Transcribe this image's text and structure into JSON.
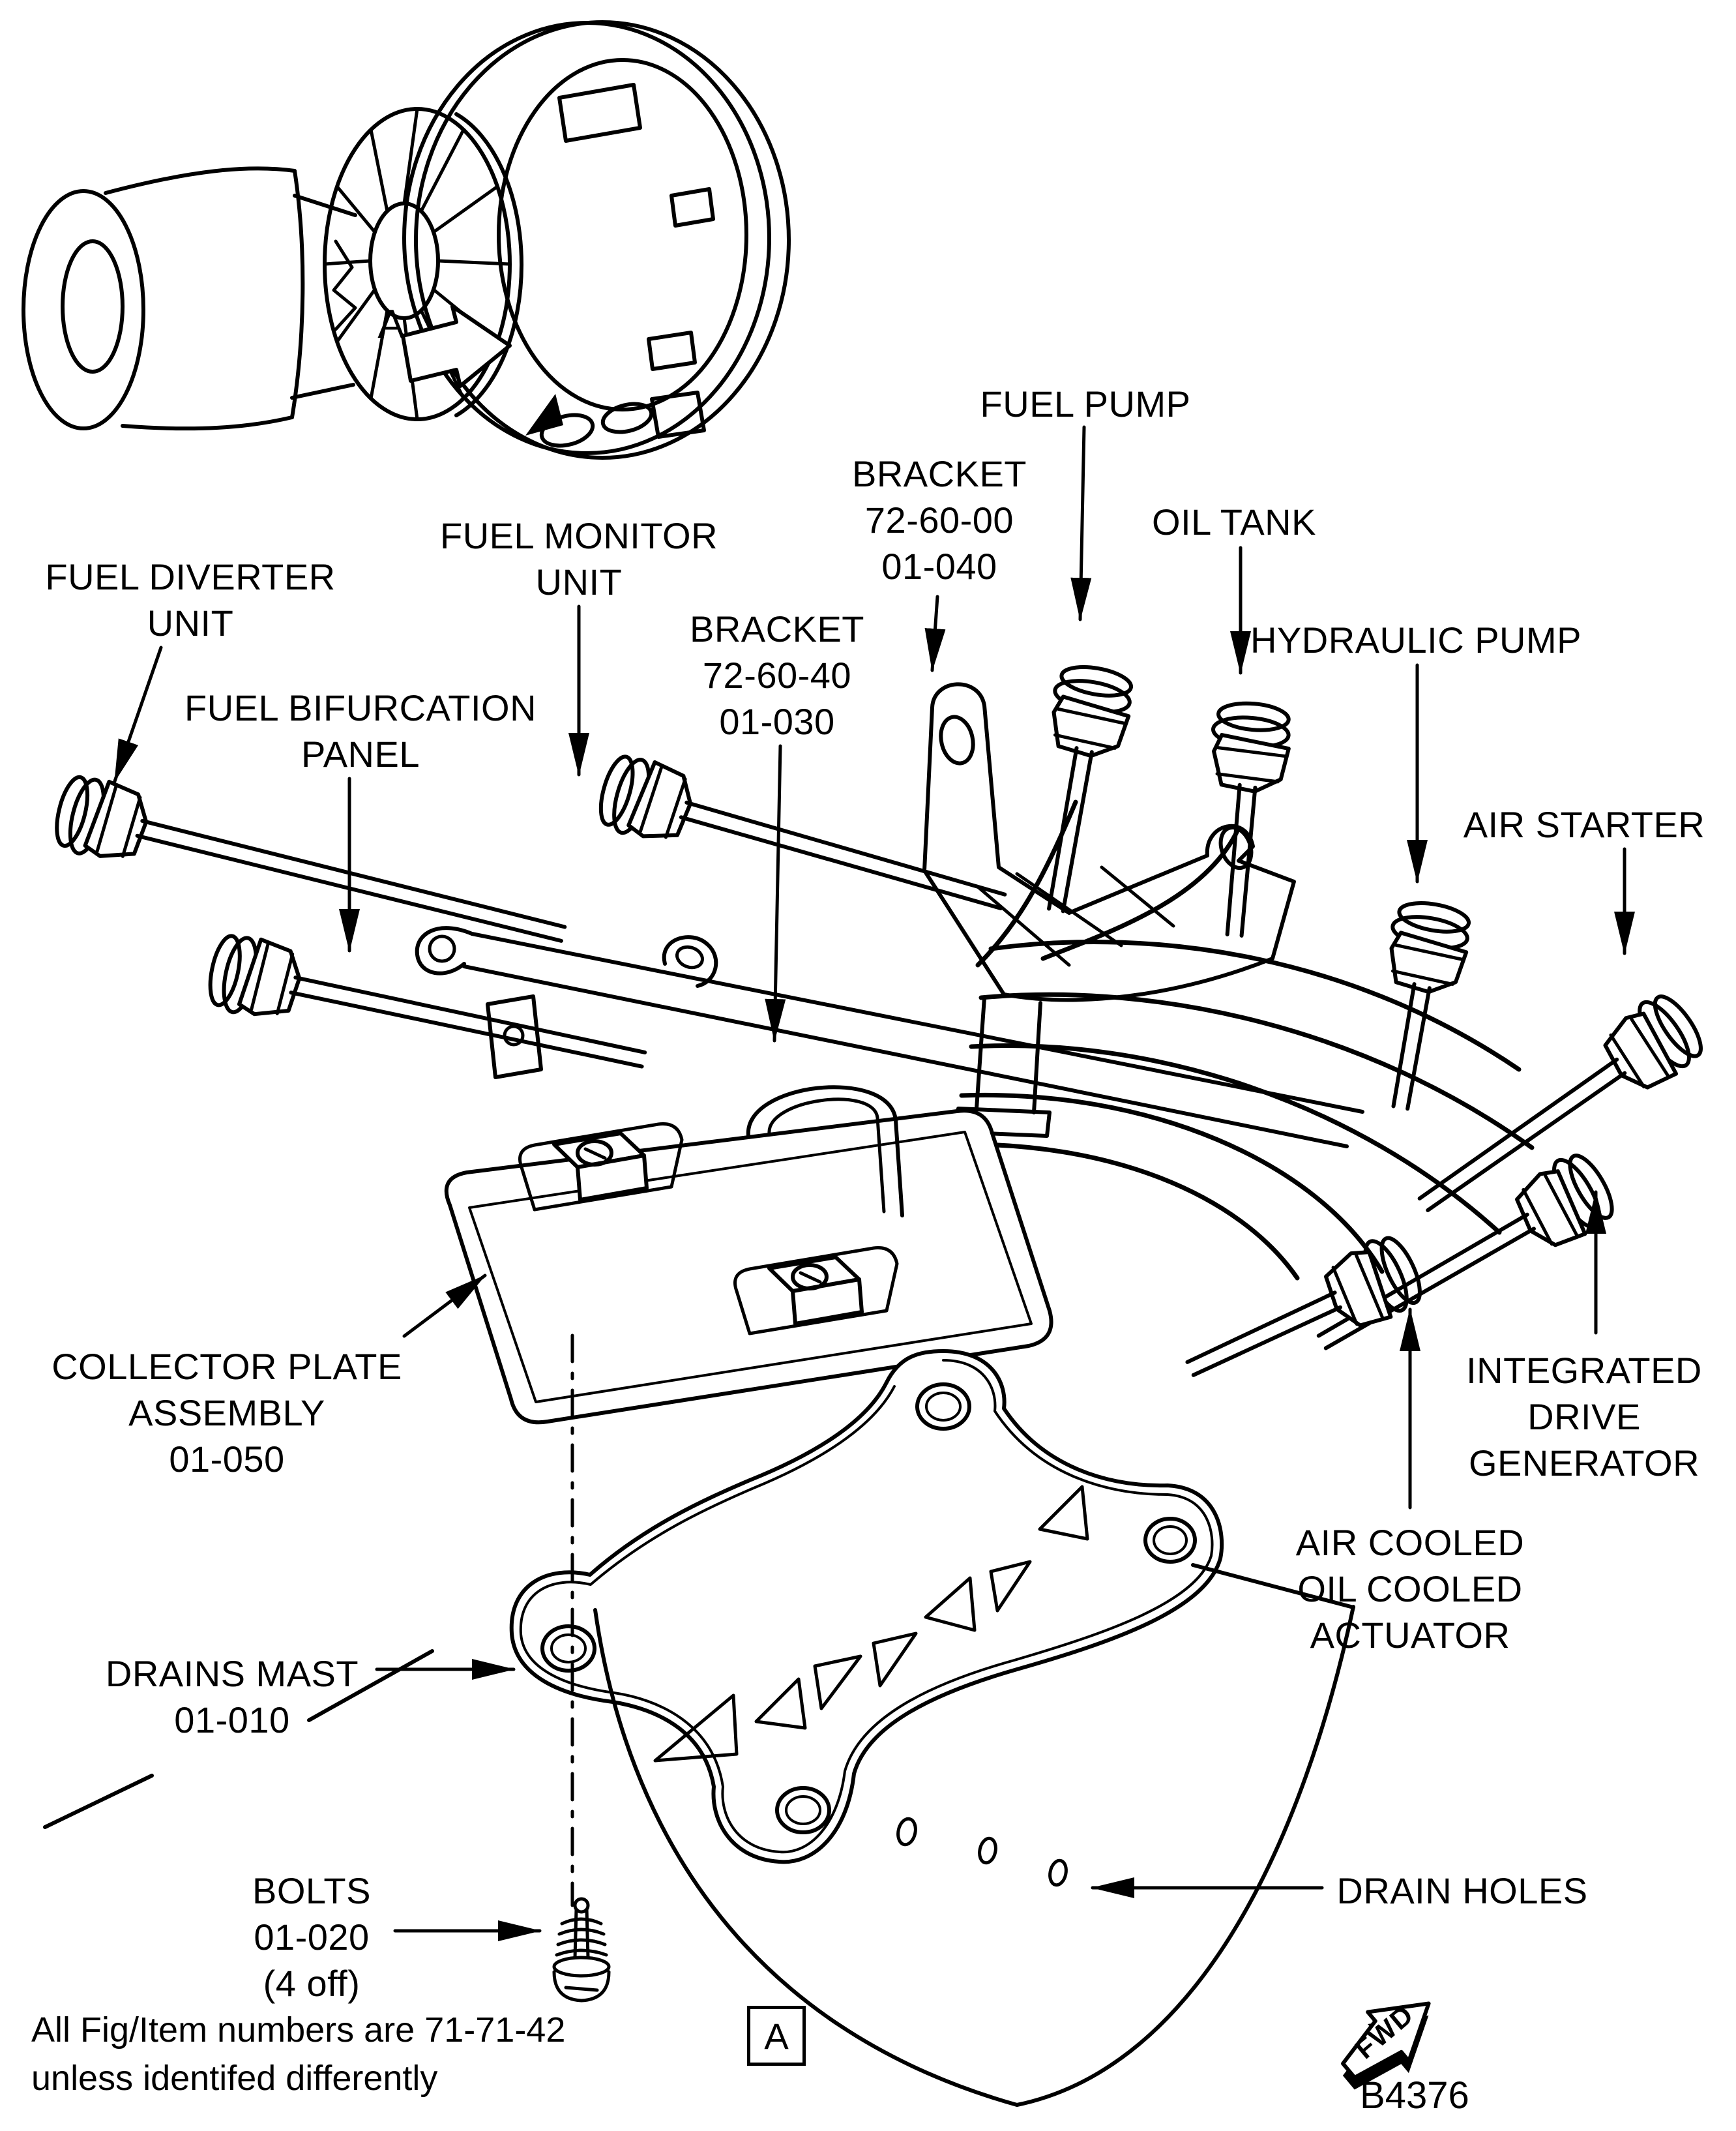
{
  "figure": {
    "code": "B4376",
    "fwd": "FWD",
    "detail_letter": "A",
    "detail_box_letter": "A",
    "note": {
      "line1": "All Fig/Item numbers are 71-71-42",
      "line2": "unless identifed differently"
    }
  },
  "labels": {
    "fuel_pump": {
      "lines": [
        "FUEL PUMP"
      ]
    },
    "bracket_72_60_00": {
      "lines": [
        "BRACKET",
        "72-60-00",
        "01-040"
      ]
    },
    "oil_tank": {
      "lines": [
        "OIL TANK"
      ]
    },
    "hydraulic_pump": {
      "lines": [
        "HYDRAULIC PUMP"
      ]
    },
    "air_starter": {
      "lines": [
        "AIR STARTER"
      ]
    },
    "fuel_monitor_unit": {
      "lines": [
        "FUEL MONITOR",
        "UNIT"
      ]
    },
    "fuel_diverter_unit": {
      "lines": [
        "FUEL DIVERTER",
        "UNIT"
      ]
    },
    "fuel_bifurcation_panel": {
      "lines": [
        "FUEL BIFURCATION",
        "PANEL"
      ]
    },
    "bracket_72_60_40": {
      "lines": [
        "BRACKET",
        "72-60-40",
        "01-030"
      ]
    },
    "collector_plate_assembly": {
      "lines": [
        "COLLECTOR PLATE",
        "ASSEMBLY",
        "01-050"
      ]
    },
    "drains_mast": {
      "lines": [
        "DRAINS MAST",
        "01-010"
      ]
    },
    "bolts": {
      "lines": [
        "BOLTS",
        "01-020",
        "(4 off)"
      ]
    },
    "drain_holes": {
      "lines": [
        "DRAIN HOLES"
      ]
    },
    "air_cooled_actuator": {
      "lines": [
        "AIR COOLED",
        "OIL COOLED",
        "ACTUATOR"
      ]
    },
    "integrated_drive_generator": {
      "lines": [
        "INTEGRATED",
        "DRIVE",
        "GENERATOR"
      ]
    }
  }
}
